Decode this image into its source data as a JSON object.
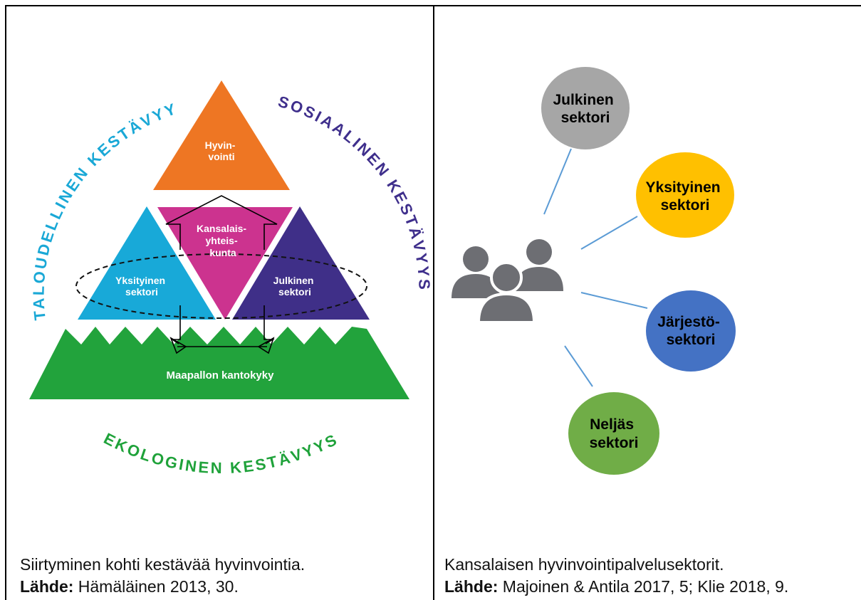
{
  "left": {
    "arcs": {
      "economic": "TALOUDELLINEN KESTÄVYYS",
      "social": "SOSIAALINEN KESTÄVYYS",
      "ecological": "EKOLOGINEN KESTÄVYYS"
    },
    "wellbeing": [
      "Hyvin-",
      "vointi"
    ],
    "civil_society": [
      "Kansalais-",
      "yhteis-",
      "kunta"
    ],
    "private_sector": [
      "Yksityinen",
      "sektori"
    ],
    "public_sector": [
      "Julkinen",
      "sektori"
    ],
    "carrying_capacity": "Maapallon kantokyky",
    "colors": {
      "economic": "#1aa8d6",
      "social": "#3f2f8c",
      "ecological": "#1fa23a",
      "wellbeing": "#ee7623",
      "civil_society": "#cc338f",
      "private_sector": "#18a9d8",
      "public_sector": "#3f2f88",
      "earth": "#22a33c"
    },
    "caption": {
      "text": "Siirtyminen kohti kestävää hyvinvointia.",
      "source_label": "Lähde:",
      "source_text": " Hämäläinen 2013, 30."
    }
  },
  "right": {
    "nodes": [
      {
        "lines": [
          "Julkinen",
          "sektori"
        ],
        "color": "#a6a6a6"
      },
      {
        "lines": [
          "Yksityinen",
          "sektori"
        ],
        "color": "#ffc000"
      },
      {
        "lines": [
          "Järjestö-",
          "sektori"
        ],
        "color": "#4472c4"
      },
      {
        "lines": [
          "Neljäs",
          "sektori"
        ],
        "color": "#70ad47"
      }
    ],
    "people_icon": "people-group-icon",
    "people_color": "#6d6e73",
    "line_color": "#5b9bd5",
    "caption": {
      "text": "Kansalaisen hyvinvointipalvelusektorit.",
      "source_label": "Lähde:",
      "source_text": " Majoinen & Antila 2017, 5; Klie 2018, 9."
    }
  }
}
